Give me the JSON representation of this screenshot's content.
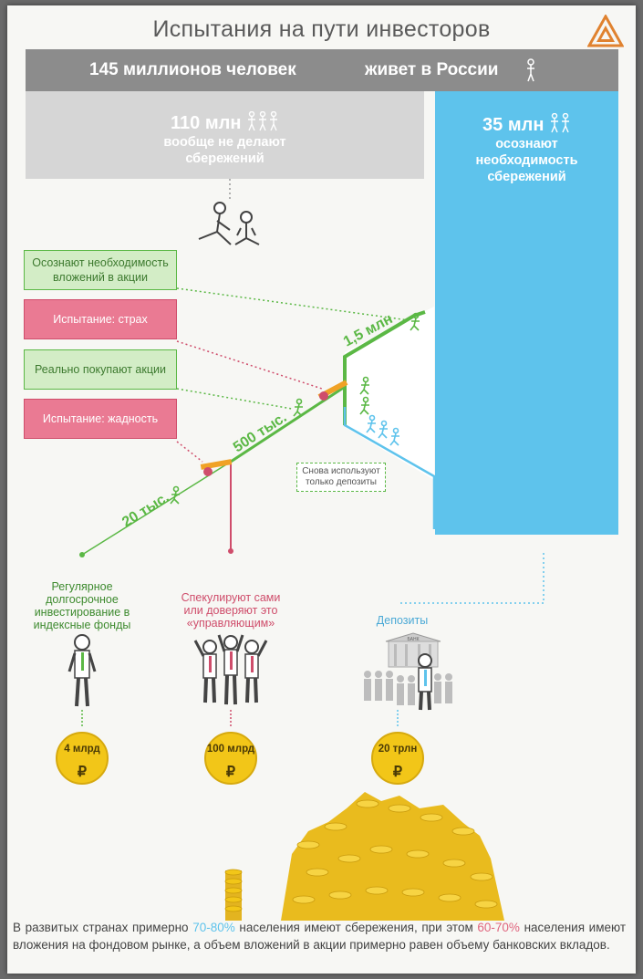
{
  "title": "Испытания на пути инвесторов",
  "banner": {
    "part1": "145 миллионов человек",
    "part2": "живет в России"
  },
  "non_savers": {
    "count": "110 млн",
    "text1": "вообще не делают",
    "text2": "сбережений"
  },
  "savers": {
    "count": "35 млн",
    "text1": "осознают",
    "text2": "необходимость",
    "text3": "сбережений"
  },
  "boxes": {
    "realize": "Осознают необходимость вложений в акции",
    "fear": "Испытание: страх",
    "buy": "Реально покупают акции",
    "greed": "Испытание: жадность"
  },
  "flow": {
    "stage1": "1,5 млн",
    "stage2": "500 тыс.",
    "stage3": "20 тыс."
  },
  "deposit_note": "Снова используют только депозиты",
  "categories": {
    "index": "Регулярное долгосрочное инвестирование в индексные фонды",
    "speculate": "Спекулируют сами или доверяют это «управляющим»",
    "deposits": "Депозиты"
  },
  "coins": {
    "index": {
      "amount": "4 млрд",
      "symbol": "₽"
    },
    "speculate": {
      "amount": "100 млрд",
      "symbol": "₽"
    },
    "deposits": {
      "amount": "20 трлн",
      "symbol": "₽"
    }
  },
  "bank_sign": "БАНК",
  "footer": {
    "a": "В развитых странах примерно ",
    "b": "70-80%",
    "c": " населения имеют сбережения, при этом ",
    "d": "60-70%",
    "e": " населения имеют вложения на фондовом рынке, а объем вложений в акции примерно равен объему банковских вкладов."
  },
  "colors": {
    "green": "#5bb845",
    "red": "#cf4d6b",
    "blue": "#5ec3ec",
    "gold": "#f2c618",
    "gray": "#8c8c8c"
  }
}
